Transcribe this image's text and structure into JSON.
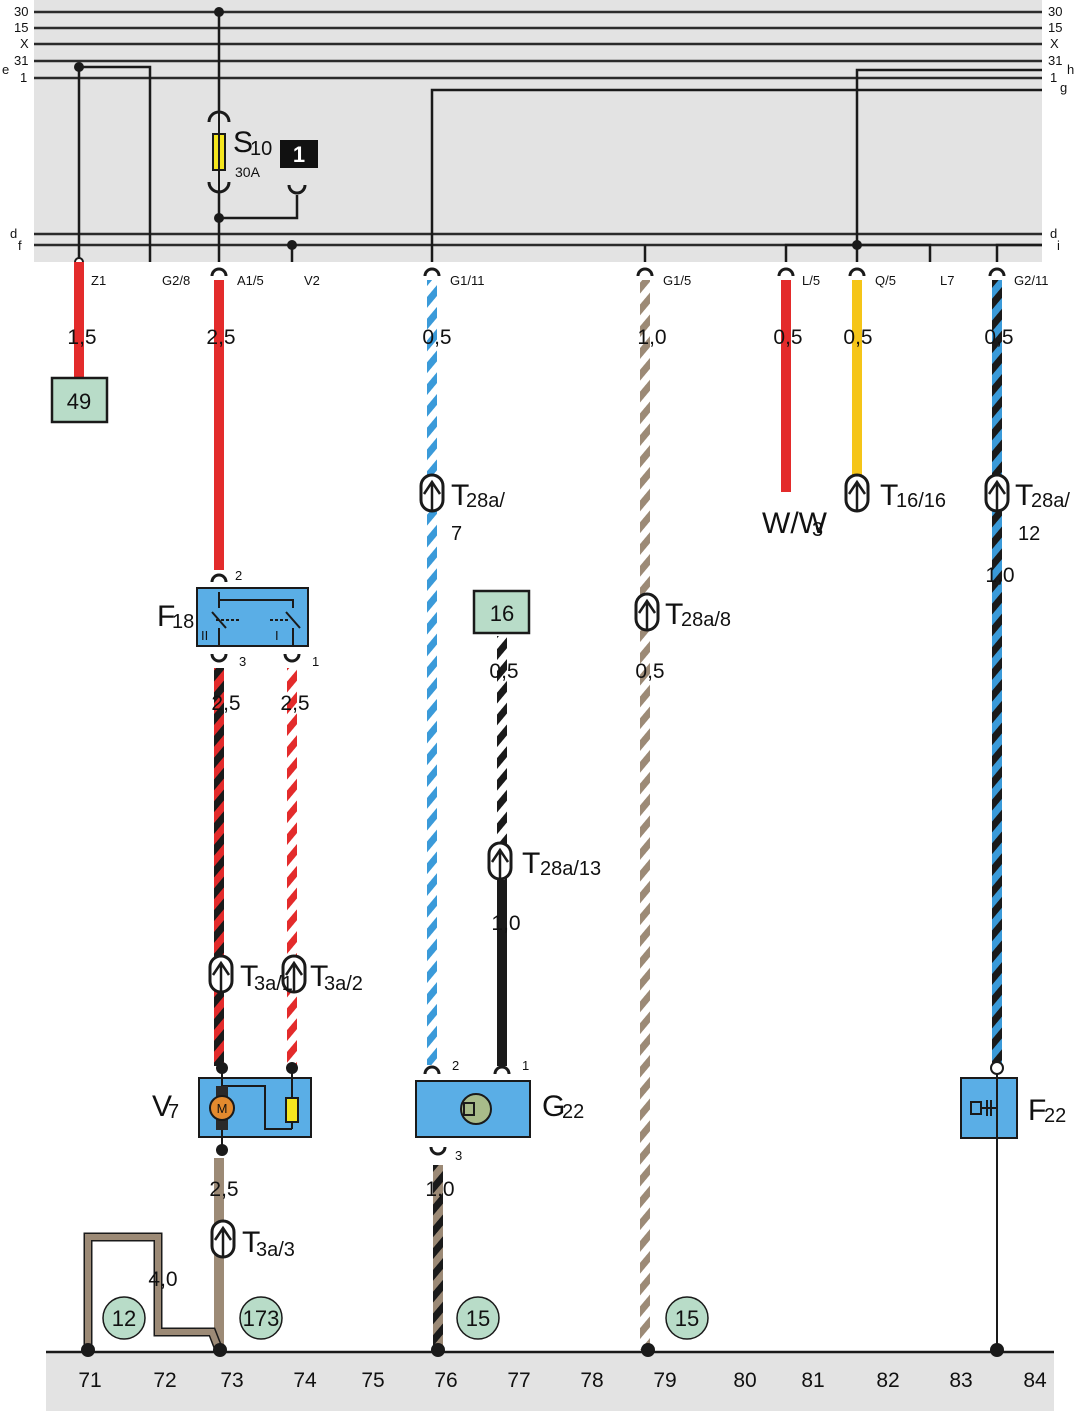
{
  "rails_left": [
    {
      "label": "30",
      "prefix": ""
    },
    {
      "label": "15",
      "prefix": ""
    },
    {
      "label": "X",
      "prefix": ""
    },
    {
      "label": "31",
      "prefix": "e"
    },
    {
      "label": "1",
      "prefix": ""
    }
  ],
  "rails_right": [
    {
      "label": "30",
      "suffix": ""
    },
    {
      "label": "15",
      "suffix": ""
    },
    {
      "label": "X",
      "suffix": ""
    },
    {
      "label": "31",
      "suffix": "h"
    },
    {
      "label": "1",
      "suffix": "g"
    }
  ],
  "lower_rails": {
    "left": [
      "d",
      "f"
    ],
    "right": [
      "d",
      "i"
    ]
  },
  "fuse": {
    "name": "S",
    "sub": "10",
    "rating": "30A"
  },
  "relay_box": {
    "number": "1"
  },
  "connectors": [
    "Z1",
    "G2/8",
    "A1/5",
    "V2",
    "G1/11",
    "G1/5",
    "L/5",
    "Q/5",
    "L7",
    "G2/11"
  ],
  "gauges": {
    "z1": "1,5",
    "a15": "2,5",
    "g111": "0,5",
    "g15": "1,0",
    "l5": "0,5",
    "q5": "0,5",
    "g211": "0,5",
    "f18_3": "2,5",
    "f18_1": "2,5",
    "g22_in": "0,5",
    "g22_mid": "1,0",
    "g15_low": "0,5",
    "f22_in": "1,0",
    "v7_out": "2,5",
    "g22_out": "1,0",
    "ground_strap": "4,0"
  },
  "ref_boxes": [
    {
      "number": "49"
    },
    {
      "number": "16"
    }
  ],
  "plugs": {
    "t28a7": {
      "name": "T",
      "sub": "28a/",
      "extra": "7"
    },
    "t16": {
      "name": "T",
      "sub": "16/16"
    },
    "t28a12": {
      "name": "T",
      "sub": "28a/",
      "extra": "12"
    },
    "t28a8": {
      "name": "T",
      "sub": "28a/8"
    },
    "t28a13": {
      "name": "T",
      "sub": "28a/13"
    },
    "t3a1": {
      "name": "T",
      "sub": "3a/1"
    },
    "t3a2": {
      "name": "T",
      "sub": "3a/2"
    },
    "t3a3": {
      "name": "T",
      "sub": "3a/3"
    }
  },
  "components": {
    "f18": {
      "name": "F",
      "sub": "18",
      "pin_top": "2",
      "pin_left": "3",
      "pin_right": "1",
      "contact_left": "II",
      "contact_right": "I"
    },
    "v7": {
      "name": "V",
      "sub": "7",
      "motor": "M"
    },
    "g22": {
      "name": "G",
      "sub": "22",
      "pin2": "2",
      "pin1": "1",
      "pin3": "3"
    },
    "f22": {
      "name": "F",
      "sub": "22"
    },
    "ww3": {
      "name": "W/W",
      "sub": "3"
    }
  },
  "ground_refs": [
    "12",
    "173",
    "15",
    "15"
  ],
  "columns": [
    "71",
    "72",
    "73",
    "74",
    "75",
    "76",
    "77",
    "78",
    "79",
    "80",
    "81",
    "82",
    "83",
    "84"
  ],
  "colors": {
    "panel": "#e3e3e3",
    "red": "#e32b2b",
    "blue": "#3a9ad9",
    "brown": "#9c8a76",
    "yellow": "#f5c518",
    "black": "#1a1a1a",
    "component": "#5aaee6",
    "refbox": "#b8dcc8"
  }
}
